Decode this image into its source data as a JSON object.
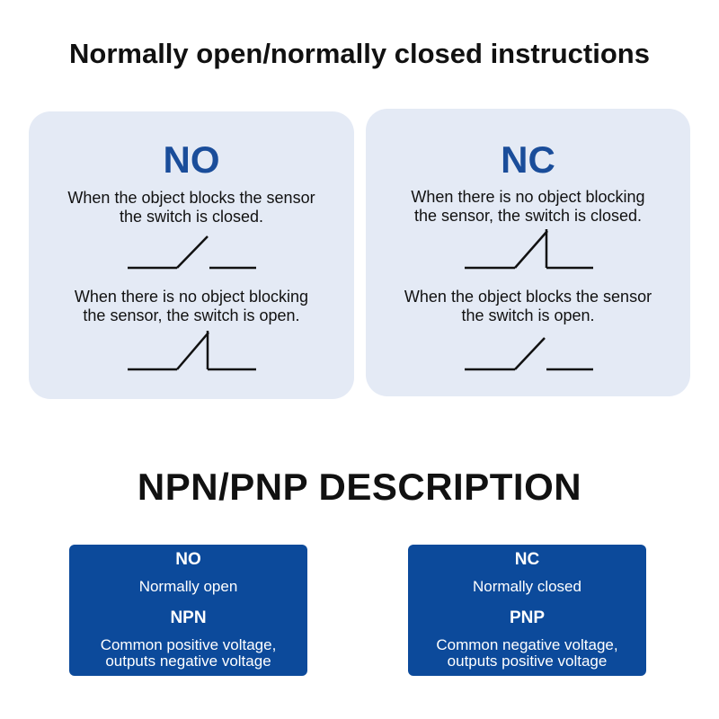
{
  "title": "Normally open/normally closed instructions",
  "panels": [
    {
      "heading": "NO",
      "top_text": [
        "When the object blocks the sensor",
        "the switch is closed."
      ],
      "bottom_text": [
        "When there is no object blocking",
        "the sensor, the switch is open."
      ]
    },
    {
      "heading": "NC",
      "top_text": [
        "When there is no object blocking",
        "the sensor, the switch is closed."
      ],
      "bottom_text": [
        "When the object blocks the sensor",
        "the switch is open."
      ]
    }
  ],
  "section_title": "NPN/PNP DESCRIPTION",
  "cards": [
    {
      "contact": "NO",
      "contact_desc": "Normally open",
      "type": "NPN",
      "type_desc": [
        "Common positive voltage,",
        "outputs negative voltage"
      ]
    },
    {
      "contact": "NC",
      "contact_desc": "Normally closed",
      "type": "PNP",
      "type_desc": [
        "Common negative voltage,",
        "outputs positive voltage"
      ]
    }
  ],
  "colors": {
    "panel_bg": "#e4eaf5",
    "heading_blue": "#1a4d9a",
    "card_bg": "#0c4a9b",
    "card_text": "#ffffff"
  }
}
